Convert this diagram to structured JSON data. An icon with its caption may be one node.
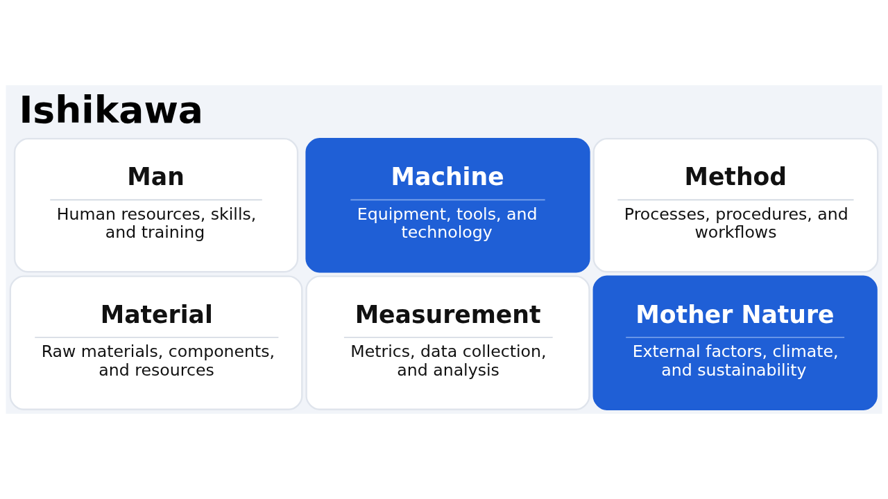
{
  "diagram": {
    "title": "Ishikawa",
    "nodes": [
      {
        "text": [
          "Man",
          "Human resources, skills, and training"
        ]
      },
      {
        "text": [
          "Machine",
          "Equipment, tools, and technology"
        ]
      },
      {
        "text": [
          "Method",
          "Processes, procedures, and workflows"
        ]
      },
      {
        "text": [
          "Material",
          "Raw materials, components, and resources"
        ]
      },
      {
        "text": [
          "Measurement",
          "Metrics, data collection, and analysis"
        ]
      },
      {
        "text": [
          "Mother Nature",
          "External factors, climate, and sustainability"
        ]
      }
    ]
  }
}
